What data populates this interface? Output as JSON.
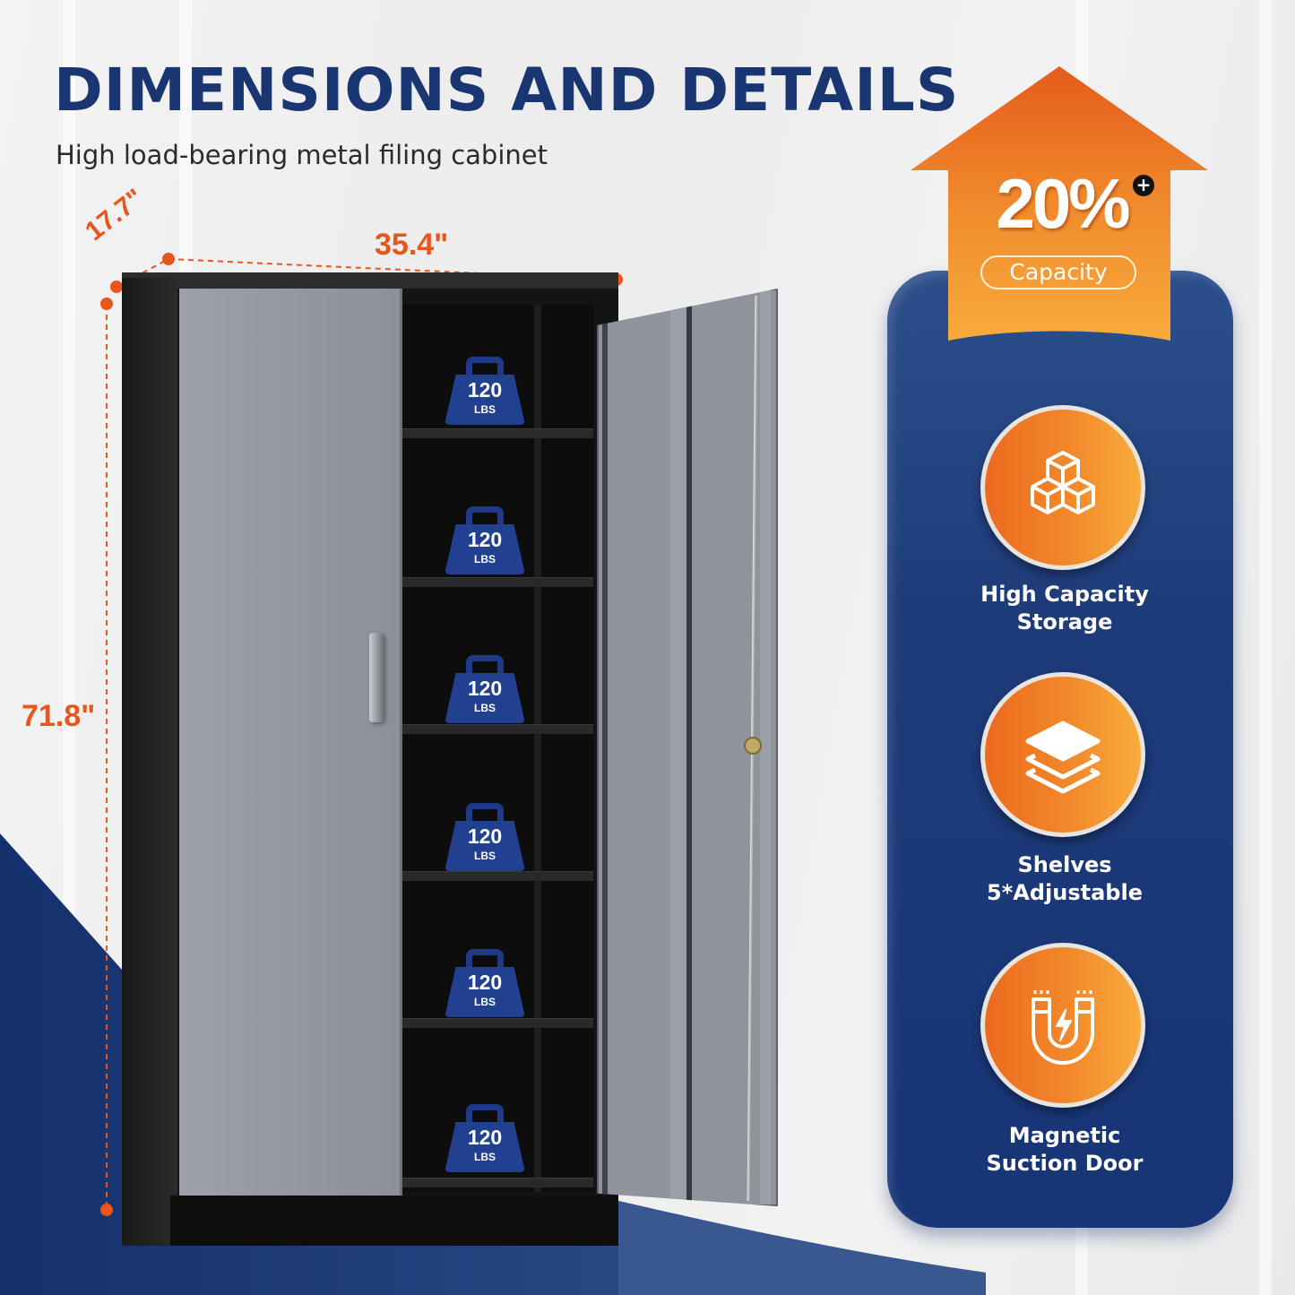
{
  "header": {
    "title": "DIMENSIONS AND DETAILS",
    "subtitle": "High load-bearing metal filing cabinet"
  },
  "dimensions": {
    "width": "35.4\"",
    "depth": "17.7\"",
    "height": "71.8\""
  },
  "cabinet": {
    "shelf_count": 6,
    "weights": [
      {
        "value": "120",
        "unit": "LBS"
      },
      {
        "value": "120",
        "unit": "LBS"
      },
      {
        "value": "120",
        "unit": "LBS"
      },
      {
        "value": "120",
        "unit": "LBS"
      },
      {
        "value": "120",
        "unit": "LBS"
      },
      {
        "value": "120",
        "unit": "LBS"
      }
    ]
  },
  "badge": {
    "percent": "20%",
    "plus": "+",
    "label": "Capacity"
  },
  "features": [
    {
      "icon": "cubes-icon",
      "line1": "High Capacity",
      "line2": "Storage"
    },
    {
      "icon": "layers-icon",
      "line1": "Shelves",
      "line2": "5*Adjustable"
    },
    {
      "icon": "magnet-icon",
      "line1": "Magnetic",
      "line2": "Suction Door"
    }
  ],
  "colors": {
    "navy": "#1a3672",
    "orange": "#e8561b",
    "panel_blue": "#1e3c7a",
    "weight_blue": "#21408f"
  }
}
